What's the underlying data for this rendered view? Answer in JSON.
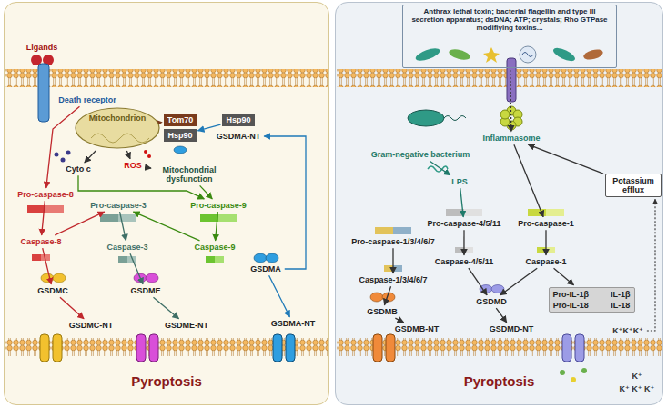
{
  "diagram": {
    "nodes": [
      {
        "text": [
          "Pyroptosis"
        ]
      },
      {
        "text": [
          "Pyroptosis"
        ]
      },
      {
        "text": [
          "Death receptor"
        ],
        "in": 0
      },
      {
        "text": [
          "Mitochondrion"
        ],
        "in": 0
      },
      {
        "text": [
          "Tom70"
        ],
        "in": 0
      },
      {
        "text": [
          "Hsp90"
        ],
        "in": 0
      },
      {
        "text": [
          "Cyto c"
        ],
        "in": 0
      },
      {
        "text": [
          "ROS"
        ],
        "in": 0
      },
      {
        "text": [
          "Mitochondrial dysfunction"
        ],
        "in": 0
      },
      {
        "text": [
          "Hsp90"
        ],
        "in": 0
      },
      {
        "text": [
          "GSDMA-NT"
        ],
        "in": 0
      },
      {
        "text": [
          "Pro-caspase-8"
        ],
        "in": 0
      },
      {
        "text": [
          "Pro-caspase-3"
        ],
        "in": 0
      },
      {
        "text": [
          "Pro-caspase-9"
        ],
        "in": 0
      },
      {
        "text": [
          "Caspase-8"
        ],
        "in": 0
      },
      {
        "text": [
          "Caspase-3"
        ],
        "in": 0
      },
      {
        "text": [
          "Caspase-9"
        ],
        "in": 0
      },
      {
        "text": [
          "GSDMA"
        ],
        "in": 0
      },
      {
        "text": [
          "GSDMC"
        ],
        "in": 0
      },
      {
        "text": [
          "GSDME"
        ],
        "in": 0
      },
      {
        "text": [
          "GSDMC-NT"
        ],
        "in": 0
      },
      {
        "text": [
          "GSDME-NT"
        ],
        "in": 0
      },
      {
        "text": [
          "GSDMA-NT"
        ],
        "in": 0
      },
      {
        "text": [
          "Anthrax lethal toxin; bacterial flagellin and type III secretion apparatus; dsDNA; ATP; crystals; Rho GTPase modifiying toxins..."
        ],
        "in": 1
      },
      {
        "text": [
          "Inflammasome"
        ],
        "in": 1
      },
      {
        "text": [
          "Potassium efflux"
        ],
        "in": 1
      },
      {
        "text": [
          "Gram-negative bacterium"
        ],
        "in": 1
      },
      {
        "text": [
          "LPS"
        ],
        "in": 1
      },
      {
        "text": [
          "Pro-caspase-1/3/4/6/7"
        ],
        "in": 1
      },
      {
        "text": [
          "Pro-caspase-4/5/11"
        ],
        "in": 1
      },
      {
        "text": [
          "Pro-caspase-1"
        ],
        "in": 1
      },
      {
        "text": [
          "Caspase-1/3/4/6/7"
        ],
        "in": 1
      },
      {
        "text": [
          "Caspase-4/5/11"
        ],
        "in": 1
      },
      {
        "text": [
          "Caspase-1"
        ],
        "in": 1
      },
      {
        "text": [
          "GSDMB"
        ],
        "in": 1
      },
      {
        "text": [
          "GSDMD"
        ],
        "in": 1
      },
      {
        "text": [
          "Pro-IL-1β",
          "IL-1β",
          "Pro-IL-18",
          "IL-18"
        ],
        "in": 1
      },
      {
        "text": [
          "GSDMB-NT"
        ],
        "in": 1
      },
      {
        "text": [
          "GSDMD-NT"
        ],
        "in": 1
      }
    ],
    "edges": [
      {
        "from": 2,
        "to": 11,
        "arrow": "to"
      },
      {
        "from": 11,
        "to": 14,
        "arrow": "to"
      },
      {
        "from": 14,
        "to": 18,
        "arrow": "to"
      },
      {
        "from": 18,
        "to": 20,
        "arrow": "to"
      },
      {
        "from": 14,
        "to": 12,
        "arrow": "to"
      },
      {
        "from": 12,
        "to": 15,
        "arrow": "to"
      },
      {
        "from": 15,
        "to": 19,
        "arrow": "to"
      },
      {
        "from": 19,
        "to": 21,
        "arrow": "to"
      },
      {
        "from": 3,
        "to": 6,
        "arrow": "to"
      },
      {
        "from": 3,
        "to": 7,
        "arrow": "to"
      },
      {
        "from": 7,
        "to": 8,
        "arrow": "to"
      },
      {
        "from": 6,
        "to": 13,
        "arrow": "to"
      },
      {
        "from": 8,
        "to": 13,
        "arrow": "to"
      },
      {
        "from": 13,
        "to": 16,
        "arrow": "to"
      },
      {
        "from": 16,
        "to": 12,
        "arrow": "to"
      },
      {
        "from": 17,
        "to": 22,
        "arrow": "to"
      },
      {
        "from": 17,
        "to": 10,
        "arrow": "to"
      },
      {
        "from": 9,
        "to": 5,
        "arrow": "to"
      },
      {
        "from": 4,
        "to": 3,
        "arrow": "to"
      },
      {
        "from": 23,
        "to": 24,
        "arrow": "to"
      },
      {
        "from": 26,
        "to": 27,
        "arrow": "to"
      },
      {
        "from": 27,
        "to": 29,
        "arrow": "to"
      },
      {
        "from": 29,
        "to": 32,
        "arrow": "to"
      },
      {
        "from": 24,
        "to": 30,
        "arrow": "to"
      },
      {
        "from": 30,
        "to": 33,
        "arrow": "to"
      },
      {
        "from": 28,
        "to": 31,
        "arrow": "to"
      },
      {
        "from": 31,
        "to": 34,
        "arrow": "to"
      },
      {
        "from": 34,
        "to": 37,
        "arrow": "to"
      },
      {
        "from": 32,
        "to": 35,
        "arrow": "to"
      },
      {
        "from": 33,
        "to": 35,
        "arrow": "to"
      },
      {
        "from": 33,
        "to": 36,
        "arrow": "to"
      },
      {
        "from": 35,
        "to": 38,
        "arrow": "to"
      },
      {
        "from": 25,
        "to": 24,
        "arrow": "to"
      }
    ],
    "labels": [
      "Ligands",
      "K⁺K⁺K⁺",
      "K⁺",
      "K⁺ K⁺ K⁺"
    ]
  }
}
